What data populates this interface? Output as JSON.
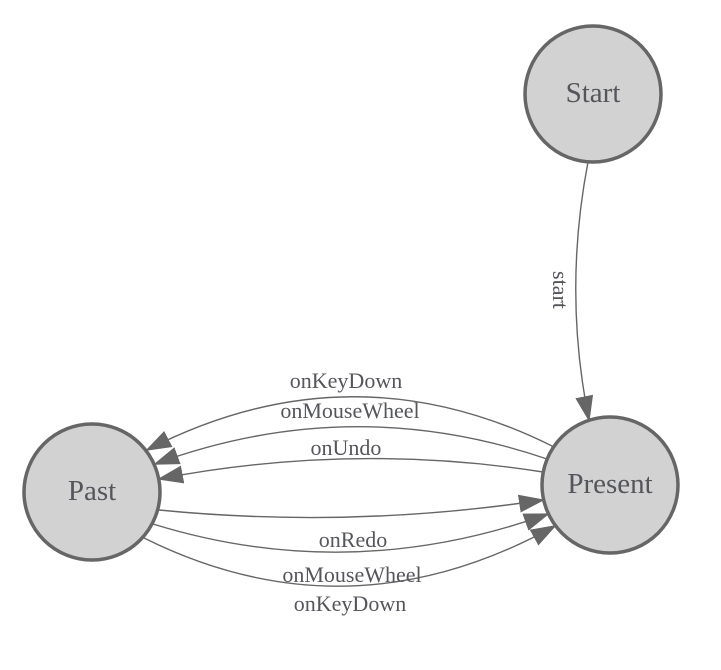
{
  "diagram": {
    "kind": "state-machine",
    "colors": {
      "background": "#ffffff",
      "node_fill": "#d2d2d2",
      "node_stroke": "#666666",
      "edge_stroke": "#666666",
      "arrowhead_fill": "#666666",
      "label_text": "#55565b"
    },
    "nodes": [
      {
        "id": "start",
        "label": "Start"
      },
      {
        "id": "present",
        "label": "Present"
      },
      {
        "id": "past",
        "label": "Past"
      }
    ],
    "edges": [
      {
        "id": "start-to-present",
        "from": "Start",
        "to": "Present",
        "label": "start"
      },
      {
        "id": "present-to-past-onkeydown",
        "from": "Present",
        "to": "Past",
        "label": "onKeyDown"
      },
      {
        "id": "present-to-past-onmousewheel",
        "from": "Present",
        "to": "Past",
        "label": "onMouseWheel"
      },
      {
        "id": "present-to-past-onundo",
        "from": "Present",
        "to": "Past",
        "label": "onUndo"
      },
      {
        "id": "past-to-present-onredo",
        "from": "Past",
        "to": "Present",
        "label": "onRedo"
      },
      {
        "id": "past-to-present-onmousewheel",
        "from": "Past",
        "to": "Present",
        "label": "onMouseWheel"
      },
      {
        "id": "past-to-present-onkeydown",
        "from": "Past",
        "to": "Present",
        "label": "onKeyDown"
      }
    ]
  }
}
